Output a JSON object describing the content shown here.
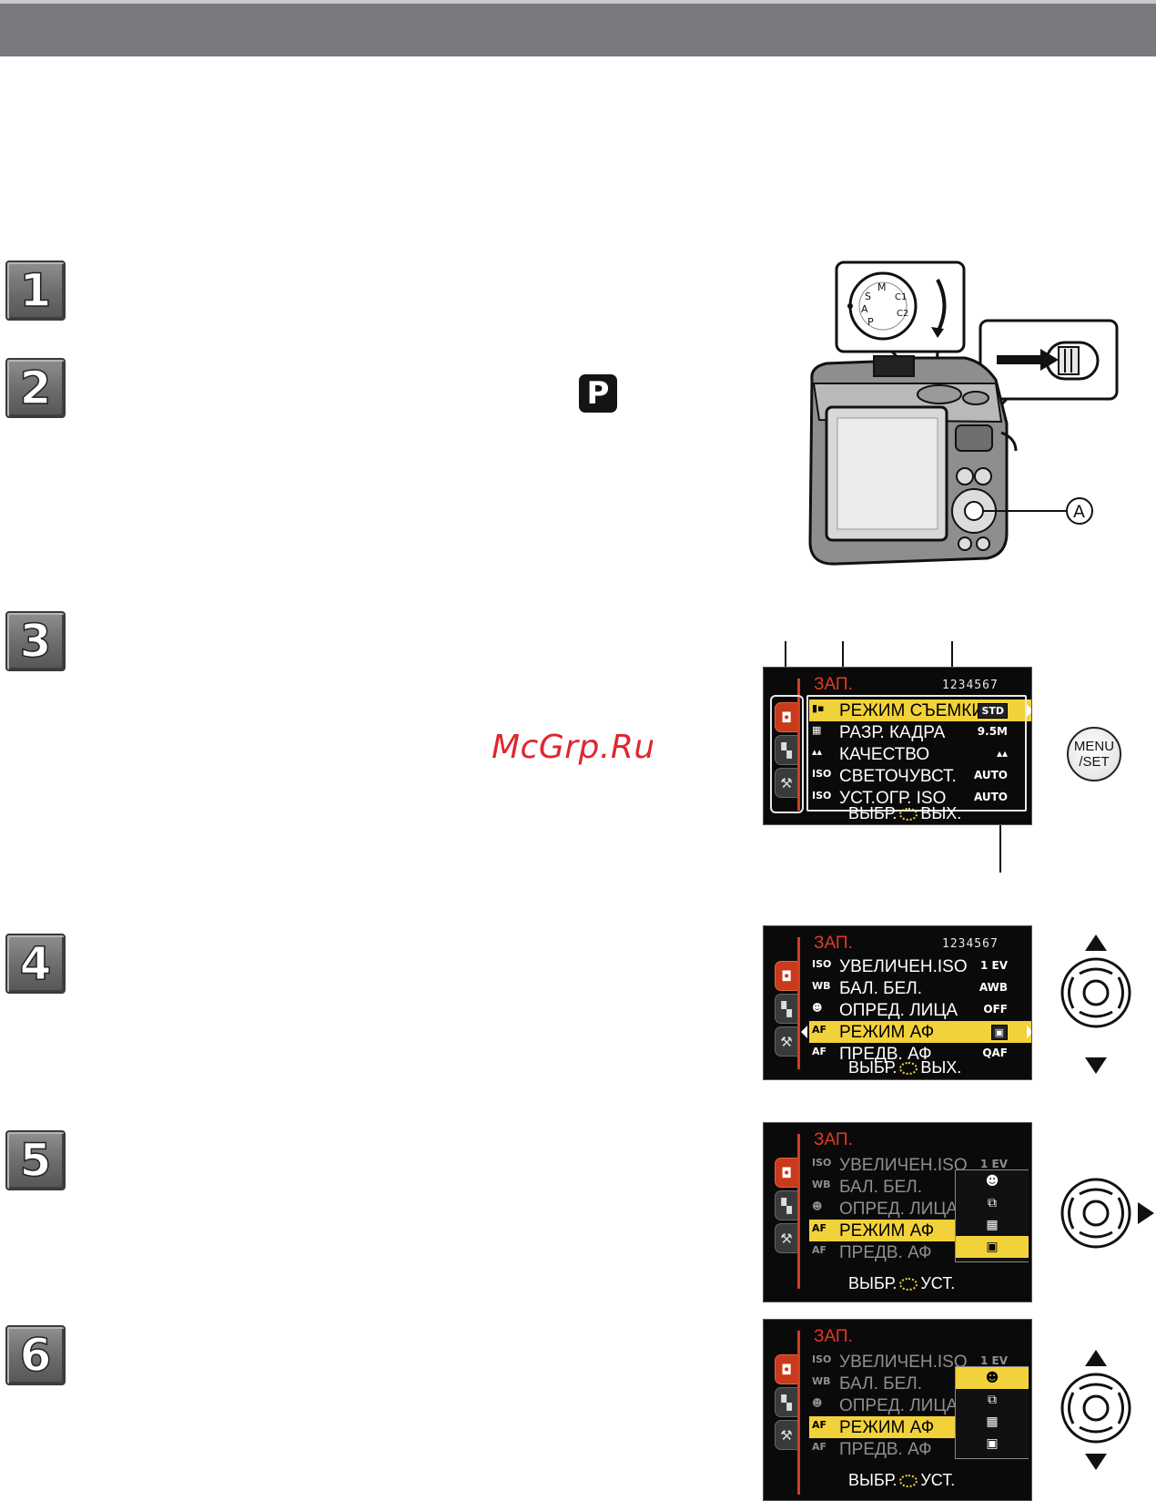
{
  "watermark": "McGrp.Ru",
  "steps": [
    "1",
    "2",
    "3",
    "4",
    "5",
    "6"
  ],
  "mode_badge": "P",
  "illustration": {
    "callout_a": "A"
  },
  "buttons": {
    "menu_set": "MENU\n/SET"
  },
  "screens": {
    "s3": {
      "title": "ЗАП.",
      "pages": "1234567",
      "rows": [
        {
          "icon": "▮▪",
          "label": "РЕЖИМ СЪЕМКИ",
          "value": "STD"
        },
        {
          "icon": "▦",
          "label": "РАЗР. КАДРА",
          "value": "9.5M"
        },
        {
          "icon": "▴▴",
          "label": "КАЧЕСТВО",
          "value": "▴▴"
        },
        {
          "icon": "ISO",
          "label": "СВЕТОЧУВСТ.",
          "value": "AUTO"
        },
        {
          "icon": "ISO",
          "label": "УСТ.ОГР. ISO",
          "value": "AUTO"
        }
      ],
      "footer_left": "ВЫБР.",
      "footer_right": "ВЫХ."
    },
    "s4": {
      "title": "ЗАП.",
      "pages": "1234567",
      "rows": [
        {
          "icon": "ISO",
          "label": "УВЕЛИЧЕН.ISO",
          "value": "1 EV"
        },
        {
          "icon": "WB",
          "label": "БАЛ. БЕЛ.",
          "value": "AWB"
        },
        {
          "icon": "☻",
          "label": "ОПРЕД. ЛИЦА",
          "value": "OFF"
        },
        {
          "icon": "AF",
          "label": "РЕЖИМ АФ",
          "value": "▣"
        },
        {
          "icon": "AF",
          "label": "ПРЕДВ. АФ",
          "value": "QAF"
        }
      ],
      "footer_left": "ВЫБР.",
      "footer_right": "ВЫХ."
    },
    "s5": {
      "title": "ЗАП.",
      "rows": [
        {
          "icon": "ISO",
          "label": "УВЕЛИЧЕН.ISO",
          "value": "1 EV"
        },
        {
          "icon": "WB",
          "label": "БАЛ. БЕЛ.",
          "value": ""
        },
        {
          "icon": "☻",
          "label": "ОПРЕД. ЛИЦА",
          "value": ""
        },
        {
          "icon": "AF",
          "label": "РЕЖИМ АФ",
          "value": ""
        },
        {
          "icon": "AF",
          "label": "ПРЕДВ. АФ",
          "value": ""
        }
      ],
      "popup": [
        "☻",
        "⧉",
        "▦",
        "▣"
      ],
      "footer_left": "ВЫБР.",
      "footer_right": "УСТ."
    },
    "s6": {
      "title": "ЗАП.",
      "rows": [
        {
          "icon": "ISO",
          "label": "УВЕЛИЧЕН.ISO",
          "value": "1 EV"
        },
        {
          "icon": "WB",
          "label": "БАЛ. БЕЛ.",
          "value": ""
        },
        {
          "icon": "☻",
          "label": "ОПРЕД. ЛИЦА",
          "value": ""
        },
        {
          "icon": "AF",
          "label": "РЕЖИМ АФ",
          "value": ""
        },
        {
          "icon": "AF",
          "label": "ПРЕДВ. АФ",
          "value": ""
        }
      ],
      "popup": [
        "☻",
        "⧉",
        "▦",
        "▣"
      ],
      "footer_left": "ВЫБР.",
      "footer_right": "УСТ."
    }
  },
  "colors": {
    "header": "#797a7d",
    "screen_accent": "#d0401e",
    "highlight": "#f2d23a",
    "watermark": "#e0262e"
  }
}
